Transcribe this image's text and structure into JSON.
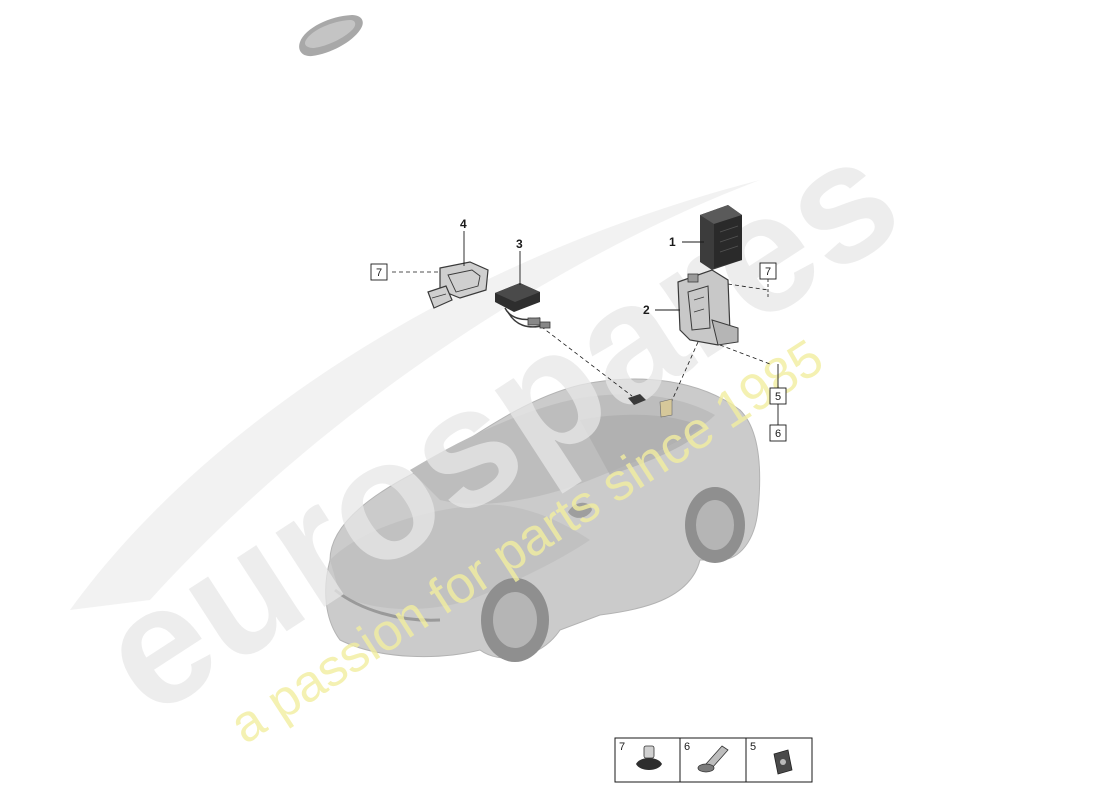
{
  "watermark": {
    "brand": "eurospares",
    "tagline": "a passion for parts since 1985",
    "brand_color": "#e6e6e6",
    "tagline_color": "#f3f0a8"
  },
  "callouts": {
    "part_1": "1",
    "part_2": "2",
    "part_3": "3",
    "part_4": "4",
    "ref_7_left": "7",
    "ref_7_right": "7",
    "ref_5": "5",
    "ref_6": "6"
  },
  "fastener_legend": {
    "cells": [
      {
        "number": "7",
        "icon": "expanding-rivet-icon"
      },
      {
        "number": "6",
        "icon": "screw-icon"
      },
      {
        "number": "5",
        "icon": "clip-nut-icon"
      }
    ]
  },
  "icons": {
    "vehicle_thumbnail": "car-silhouette-icon",
    "vehicle": "suv-coupe-illustration"
  },
  "colors": {
    "line": "#1a1a1a",
    "vehicle_body": "#c9c9c9",
    "part_dark": "#3a3a3a"
  }
}
